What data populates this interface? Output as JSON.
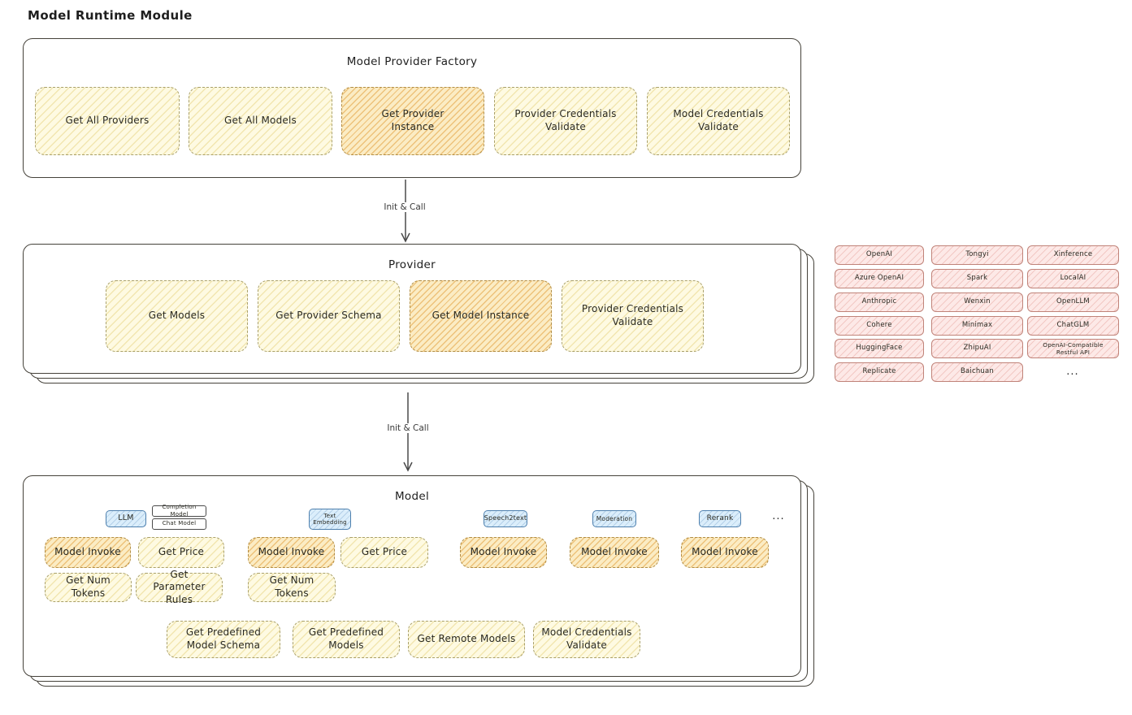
{
  "page": {
    "title": "Model Runtime Module"
  },
  "arrows": {
    "label1": "Init & Call",
    "label2": "Init & Call"
  },
  "factory": {
    "title": "Model Provider Factory",
    "boxes": [
      "Get All Providers",
      "Get All Models",
      "Get Provider Instance",
      "Provider Credentials Validate",
      "Model Credentials Validate"
    ]
  },
  "provider": {
    "title": "Provider",
    "boxes": [
      "Get Models",
      "Get Provider Schema",
      "Get Model Instance",
      "Provider Credentials Validate"
    ]
  },
  "provider_list": {
    "col1": [
      "OpenAI",
      "Azure OpenAI",
      "Anthropic",
      "Cohere",
      "HuggingFace",
      "Replicate"
    ],
    "col2": [
      "Tongyi",
      "Spark",
      "Wenxin",
      "Minimax",
      "ZhipuAI",
      "Baichuan"
    ],
    "col3": [
      "Xinference",
      "LocalAI",
      "OpenLLM",
      "ChatGLM",
      "OpenAI-Compatible Restful API"
    ],
    "more": "..."
  },
  "model": {
    "title": "Model",
    "tags": {
      "llm": "LLM",
      "completion": "Completion Model",
      "chat": "Chat Model",
      "embedding": "Text Embedding",
      "speech2text": "Speech2text",
      "moderation": "Moderation",
      "rerank": "Rerank",
      "more": "..."
    },
    "row1": [
      "Model Invoke",
      "Get Price",
      "Model Invoke",
      "Get Price",
      "Model Invoke",
      "Model Invoke",
      "Model Invoke"
    ],
    "row2": [
      "Get Num Tokens",
      "Get Parameter Rules",
      "Get Num Tokens"
    ],
    "row3": [
      "Get Predefined Model Schema",
      "Get Predefined Models",
      "Get Remote Models",
      "Model Credentials Validate"
    ]
  },
  "colors": {
    "yellow_fill": "#fefae2",
    "orange_fill": "#fbecc4",
    "pink_fill": "#fde9e7",
    "blue_fill": "#dbeefb",
    "stroke": "#1e1e1e"
  }
}
